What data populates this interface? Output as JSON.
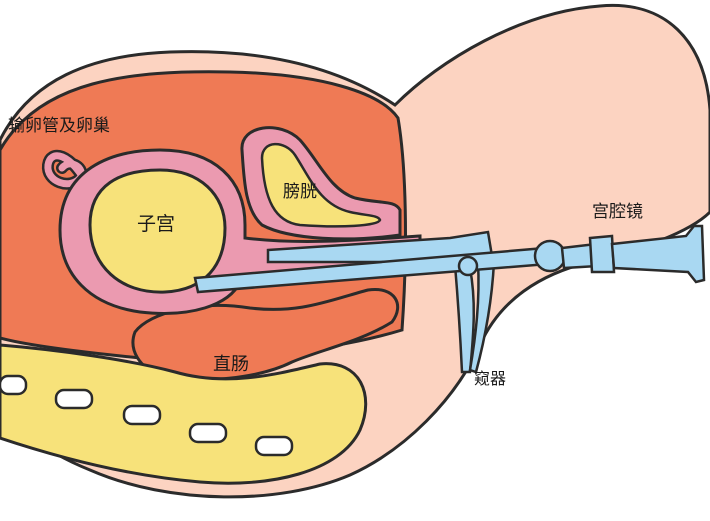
{
  "labels": {
    "fallopian_tubes_ovaries": "输卵管及卵巢",
    "uterus": "子宫",
    "bladder": "膀胱",
    "hysteroscope": "宫腔镜",
    "rectum": "直肠",
    "speculum": "窥器"
  },
  "colors": {
    "skin": "#fcd3c1",
    "pelvic_cavity": "#ef7a55",
    "uterus_wall": "#eb9ab0",
    "organ_interior": "#f7e27a",
    "instrument": "#a9d8f2",
    "outline": "#2b2b2b",
    "spine_bar": "#ffffff"
  }
}
